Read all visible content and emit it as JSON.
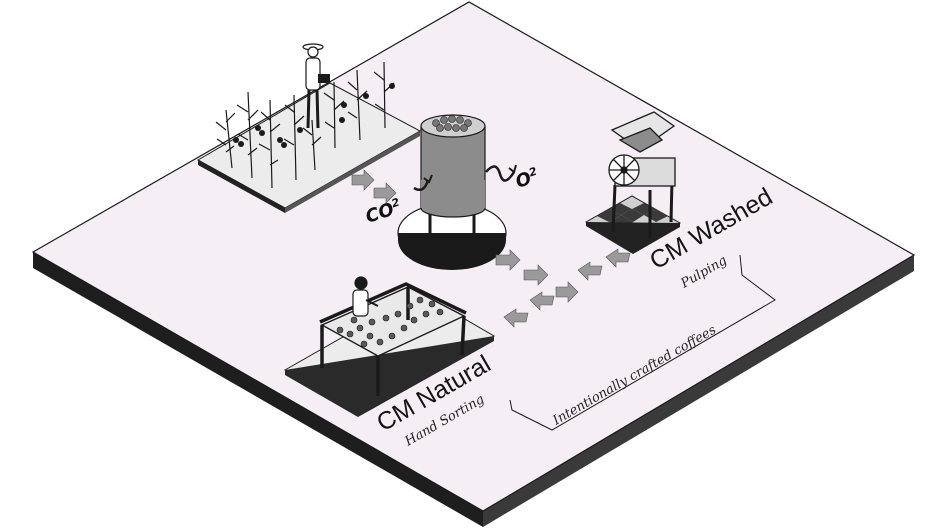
{
  "process": {
    "fermentation": {
      "input_gas": "CO",
      "input_gas_superscript": "2",
      "output_gas": "O",
      "output_gas_superscript": "2"
    },
    "washed": {
      "title": "CM Washed",
      "step": "Pulping"
    },
    "natural": {
      "title": "CM Natural",
      "step": "Hand Sorting"
    },
    "tagline": "Intentionally crafted coffees"
  },
  "colors": {
    "platform_top": "#f5eff5",
    "platform_side": "#2b2b2b",
    "ink": "#1a1a1a",
    "arrow": "#9a9a9a",
    "tank": "#8c8c8c",
    "shadow": "#d9d9d9"
  },
  "icons": [
    "farmer-icon",
    "coffee-plant-icon",
    "fermentation-tank-icon",
    "pulping-machine-icon",
    "drying-bed-icon",
    "sorting-worker-icon",
    "flow-arrow-icon"
  ]
}
